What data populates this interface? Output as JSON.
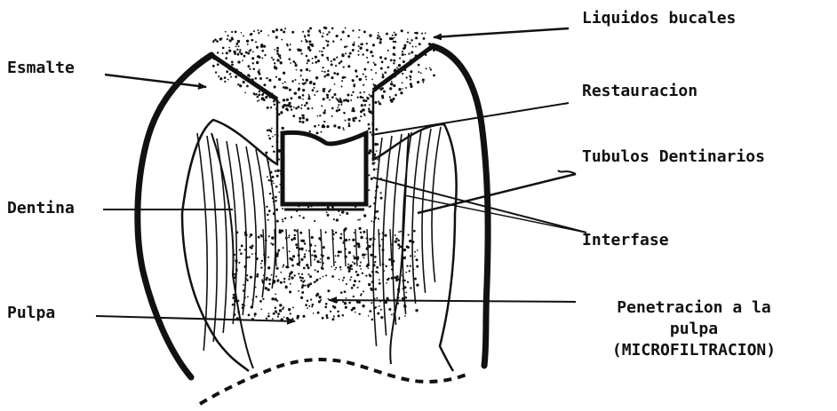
{
  "labels": {
    "liquidos_bucales": "Liquidos bucales",
    "esmalte": "Esmalte",
    "restauracion": "Restauracion",
    "tubulos_dentinarios": "Tubulos Dentinarios",
    "dentina": "Dentina",
    "interfase": "Interfase",
    "pulpa": "Pulpa",
    "penetracion_line1": "Penetracion a la",
    "penetracion_line2": "pulpa",
    "penetracion_line3": "(MICROFILTRACION)"
  },
  "colors": {
    "ink": "#111111",
    "background": "#ffffff"
  }
}
